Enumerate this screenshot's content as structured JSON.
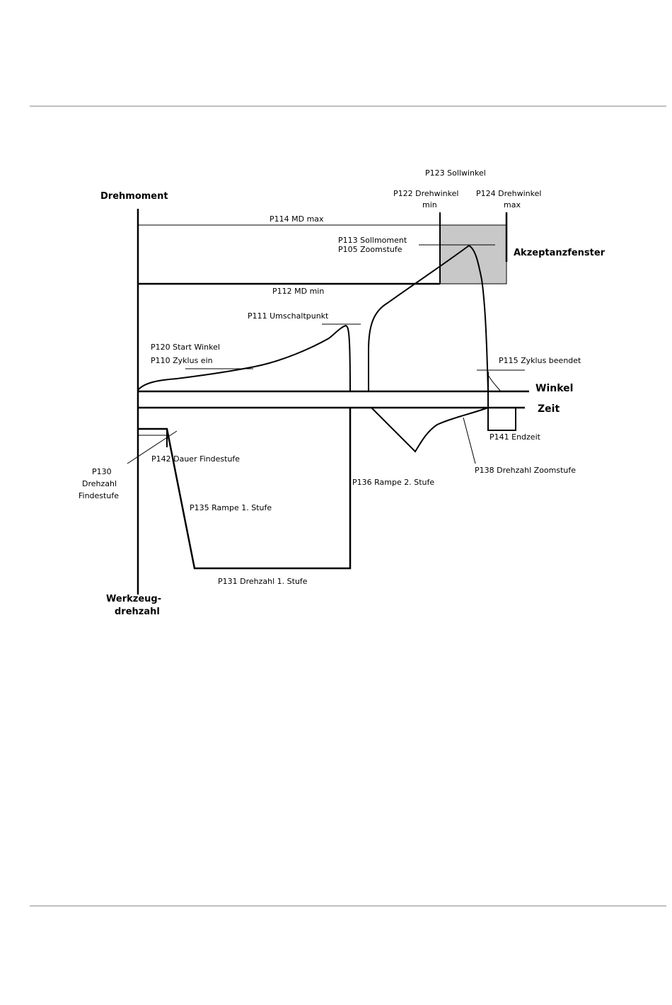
{
  "labels": {
    "drehmoment": "Drehmoment",
    "werkzeug_1": "Werkzeug-",
    "werkzeug_2": "drehzahl",
    "winkel": "Winkel",
    "zeit": "Zeit",
    "akzeptanzfenster": "Akzeptanzfenster",
    "p123": "P123 Sollwinkel",
    "p122_1": "P122 Drehwinkel",
    "p122_2": "min",
    "p124_1": "P124 Drehwinkel",
    "p124_2": "max",
    "p114": "P114 MD max",
    "p113": "P113 Sollmoment",
    "p105": "P105 Zoomstufe",
    "p112": "P112 MD min",
    "p111": "P111 Umschaltpunkt",
    "p120": "P120 Start Winkel",
    "p110": "P110 Zyklus ein",
    "p115": "P115 Zyklus beendet",
    "p141": "P141 Endzeit",
    "p142": "P142 Dauer Findestufe",
    "p130_1": "P130",
    "p130_2": "Drehzahl",
    "p130_3": "Findestufe",
    "p135": "P135 Rampe 1. Stufe",
    "p136": "P136 Rampe 2. Stufe",
    "p138": "P138 Drehzahl Zoomstufe",
    "p131": "P131 Drehzahl 1. Stufe"
  },
  "colors": {
    "line": "#000000",
    "window_fill": "#c8c8c8",
    "rule": "#808080"
  }
}
